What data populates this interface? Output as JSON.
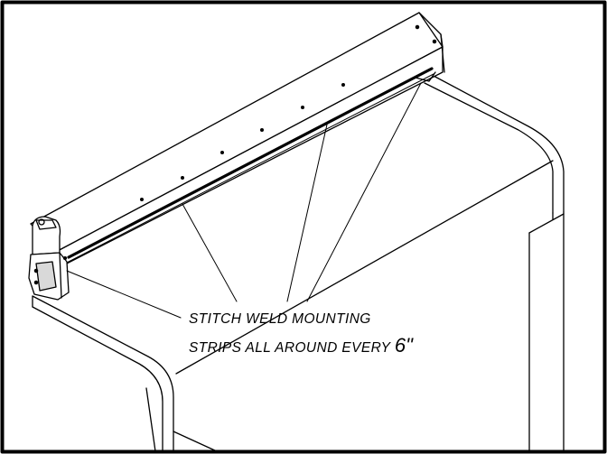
{
  "annotation": {
    "line1": "STITCH WELD MOUNTING",
    "line2_prefix": "STRIPS ALL AROUND EVERY",
    "line2_dimension": "6\""
  },
  "colors": {
    "line": "#000000",
    "background": "#ffffff",
    "shade": "#d9d9d9"
  }
}
